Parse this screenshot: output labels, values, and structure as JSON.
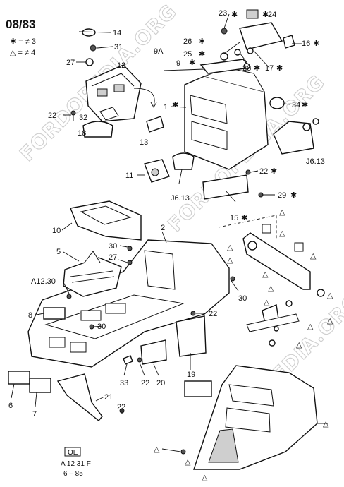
{
  "header": {
    "code": "08/83",
    "legend_star": "✱ = ≠ 3",
    "legend_tri": "△ = ≠ 4"
  },
  "watermarks": [
    "FORDOPEDIA.ORG",
    "FORDOPEDIA.ORG",
    "FORDOPEDIA.ORG"
  ],
  "footer": {
    "badge": "OE",
    "ref": "A 12 31 F",
    "date": "6 – 85"
  },
  "callouts": {
    "c1": "1",
    "c2": "2",
    "c5": "5",
    "c6": "6",
    "c7": "7",
    "c8": "8",
    "c9": "9",
    "c9a": "9A",
    "c10": "10",
    "c11": "11",
    "c12": "12",
    "c13": "13",
    "c14": "14",
    "c15": "15",
    "c16": "16",
    "c17": "17",
    "c18": "18",
    "c19": "19",
    "c20": "20",
    "c21": "21",
    "c22a": "22",
    "c22b": "22",
    "c22c": "22",
    "c22d": "22",
    "c22e": "22",
    "c23": "23",
    "c24": "24",
    "c25": "25",
    "c26": "26",
    "c27a": "27",
    "c27b": "27",
    "c28": "28",
    "c29": "29",
    "c30a": "30",
    "c30b": "30",
    "c30c": "30",
    "c31": "31",
    "c32": "32",
    "c33": "33",
    "c34": "34",
    "cj613a": "J6.13",
    "cj613b": "J6.13",
    "ca1230": "A12.30"
  },
  "symbols": {
    "star": "✱",
    "triangle": "△"
  }
}
